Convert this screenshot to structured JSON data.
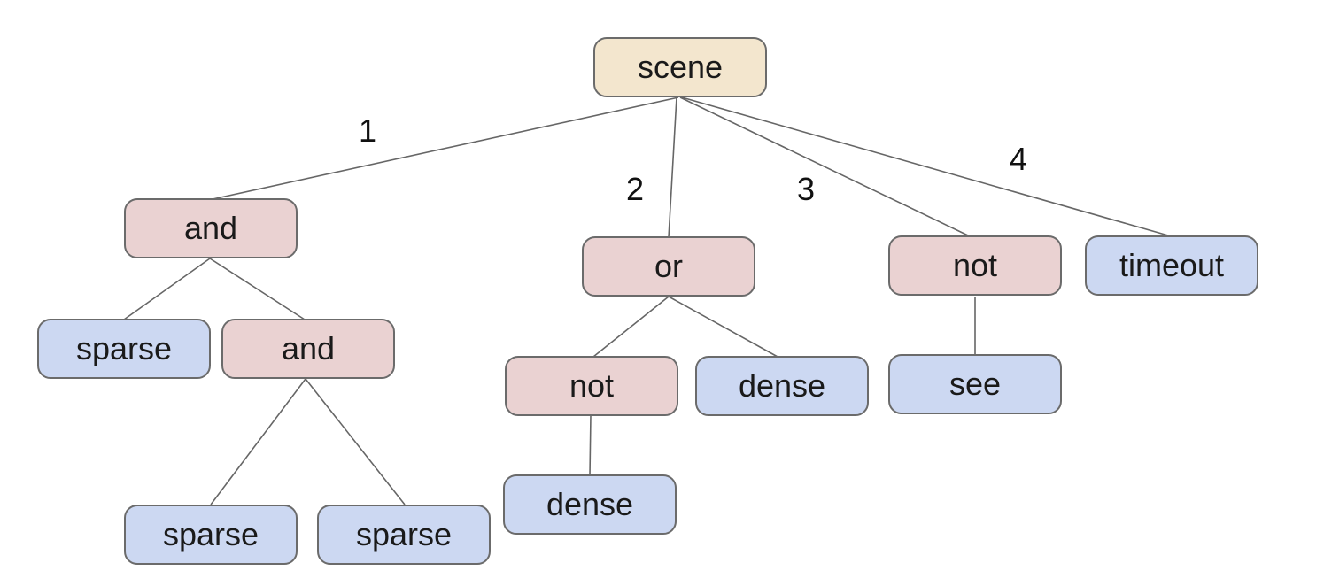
{
  "tree": {
    "label": "scene",
    "children": [
      {
        "edge_label": "1",
        "label": "and",
        "children": [
          {
            "label": "sparse",
            "children": []
          },
          {
            "label": "and",
            "children": [
              {
                "label": "sparse",
                "children": []
              },
              {
                "label": "sparse",
                "children": []
              }
            ]
          }
        ]
      },
      {
        "edge_label": "2",
        "label": "or",
        "children": [
          {
            "label": "not",
            "children": [
              {
                "label": "dense",
                "children": []
              }
            ]
          },
          {
            "label": "dense",
            "children": []
          }
        ]
      },
      {
        "edge_label": "3",
        "label": "not",
        "children": [
          {
            "label": "see",
            "children": []
          }
        ]
      },
      {
        "edge_label": "4",
        "label": "timeout",
        "children": []
      }
    ]
  },
  "colors": {
    "root_node_fill": "#f3e6ce",
    "operator_node_fill": "#ead2d2",
    "leaf_node_fill": "#ccd8f2",
    "node_border": "#6b6b6b",
    "edge_line": "#666666",
    "text": "#1a1a1a",
    "background": "#ffffff"
  }
}
